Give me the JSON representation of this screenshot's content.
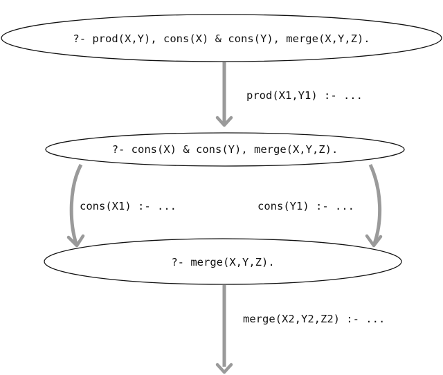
{
  "diagram": {
    "caption": "",
    "nodes": [
      {
        "id": "n1",
        "label": "?- prod(X,Y), cons(X) & cons(Y), merge(X,Y,Z)."
      },
      {
        "id": "n2",
        "label": "?- cons(X) & cons(Y), merge(X,Y,Z)."
      },
      {
        "id": "n3",
        "label": "?- merge(X,Y,Z)."
      }
    ],
    "edges": [
      {
        "id": "e1",
        "from": "n1",
        "to": "n2",
        "label": "prod(X1,Y1) :- ..."
      },
      {
        "id": "e2",
        "from": "n2",
        "to": "n3",
        "label": "cons(X1) :- ..."
      },
      {
        "id": "e3",
        "from": "n2",
        "to": "n3",
        "label": "cons(Y1) :- ..."
      },
      {
        "id": "e4",
        "from": "n3",
        "to": "",
        "label": "merge(X2,Y2,Z2) :- ..."
      }
    ],
    "colors": {
      "edge": "#9a9a9a",
      "node_stroke": "#111111",
      "text": "#111111"
    }
  }
}
